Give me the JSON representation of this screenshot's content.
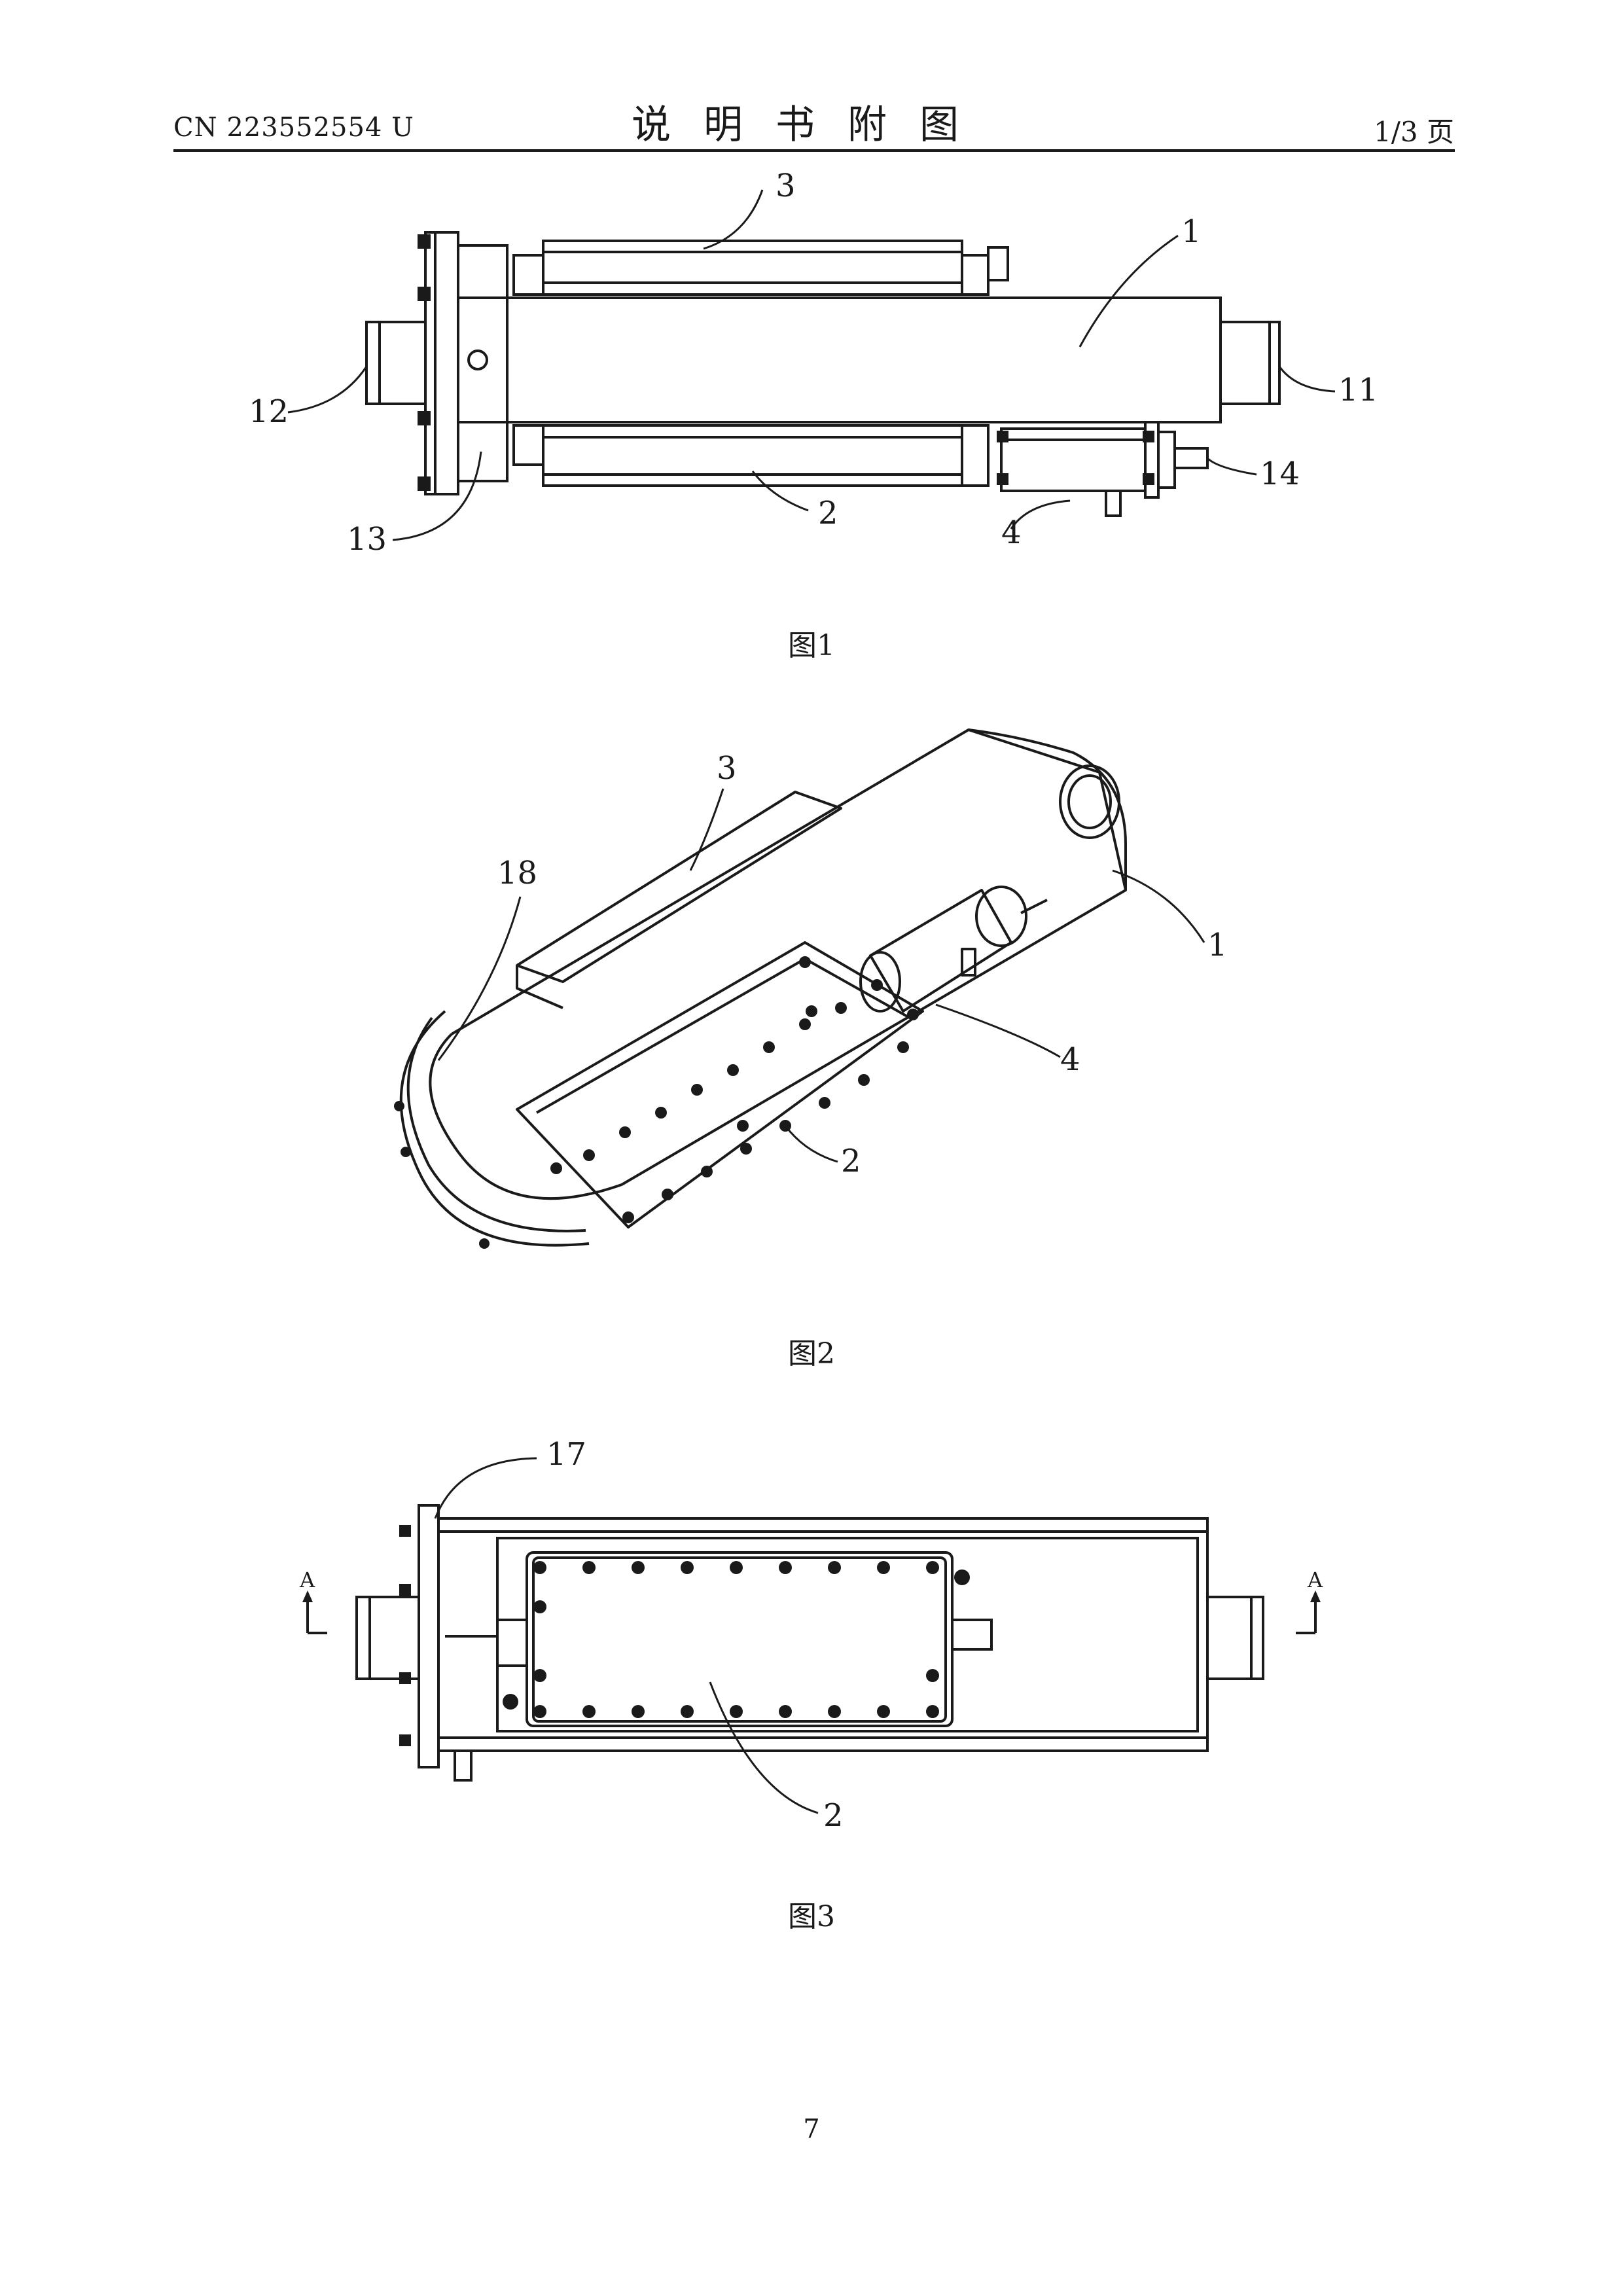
{
  "header": {
    "doc_number": "CN 223552554 U",
    "title": "说明书附图",
    "page_of": "1/3 页"
  },
  "figures": [
    {
      "caption": "图1",
      "labels": [
        "3",
        "1",
        "12",
        "11",
        "13",
        "2",
        "4",
        "14"
      ]
    },
    {
      "caption": "图2",
      "labels": [
        "3",
        "18",
        "1",
        "4",
        "2"
      ]
    },
    {
      "caption": "图3",
      "labels": [
        "17",
        "A",
        "A",
        "2"
      ]
    }
  ],
  "footer": {
    "page_number": "7"
  }
}
